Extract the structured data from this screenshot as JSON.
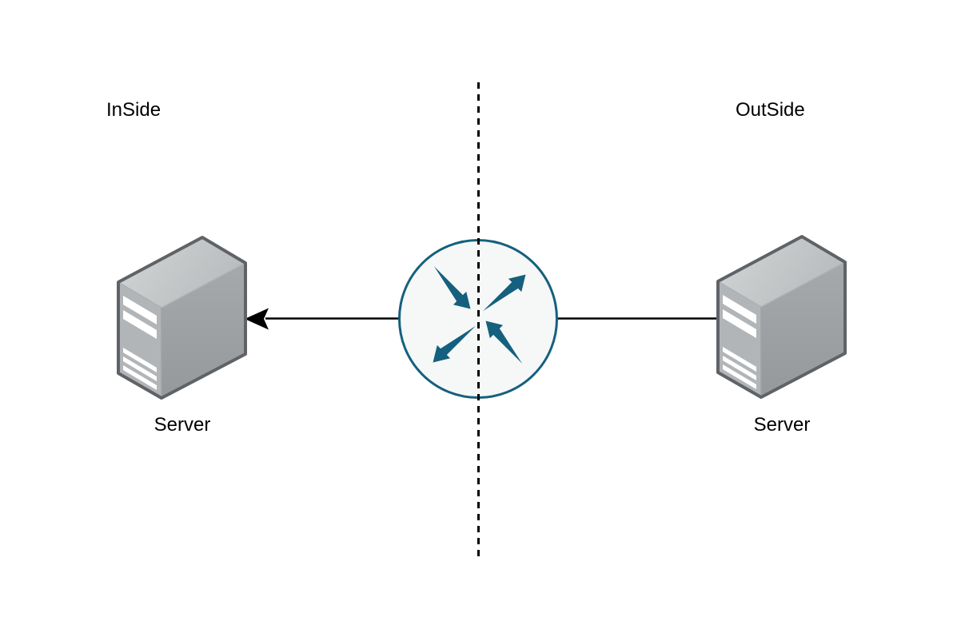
{
  "diagram": {
    "type": "network-topology",
    "zones": {
      "left_label": "InSide",
      "right_label": "OutSide"
    },
    "nodes": {
      "left_server": {
        "label": "Server",
        "type": "server"
      },
      "router": {
        "type": "router"
      },
      "right_server": {
        "label": "Server",
        "type": "server"
      }
    },
    "edges": [
      {
        "from": "router",
        "to": "left_server",
        "arrowhead": "to-left-server"
      },
      {
        "from": "right_server",
        "to": "router",
        "arrowhead": "none"
      }
    ],
    "divider": {
      "style": "dashed-vertical"
    },
    "colors": {
      "background": "#ffffff",
      "text": "#000000",
      "line": "#000000",
      "router_accent": "#14607e",
      "router_fill": "#f6f7f7",
      "server_front": "#b2b5b8",
      "server_side_top": "#a6a9ac",
      "server_side_bottom": "#96999c",
      "server_top_light": "#d3d5d6",
      "server_top_dark": "#b9bcbe",
      "server_outline": "#5f6367",
      "server_stripe": "#ffffff"
    }
  }
}
